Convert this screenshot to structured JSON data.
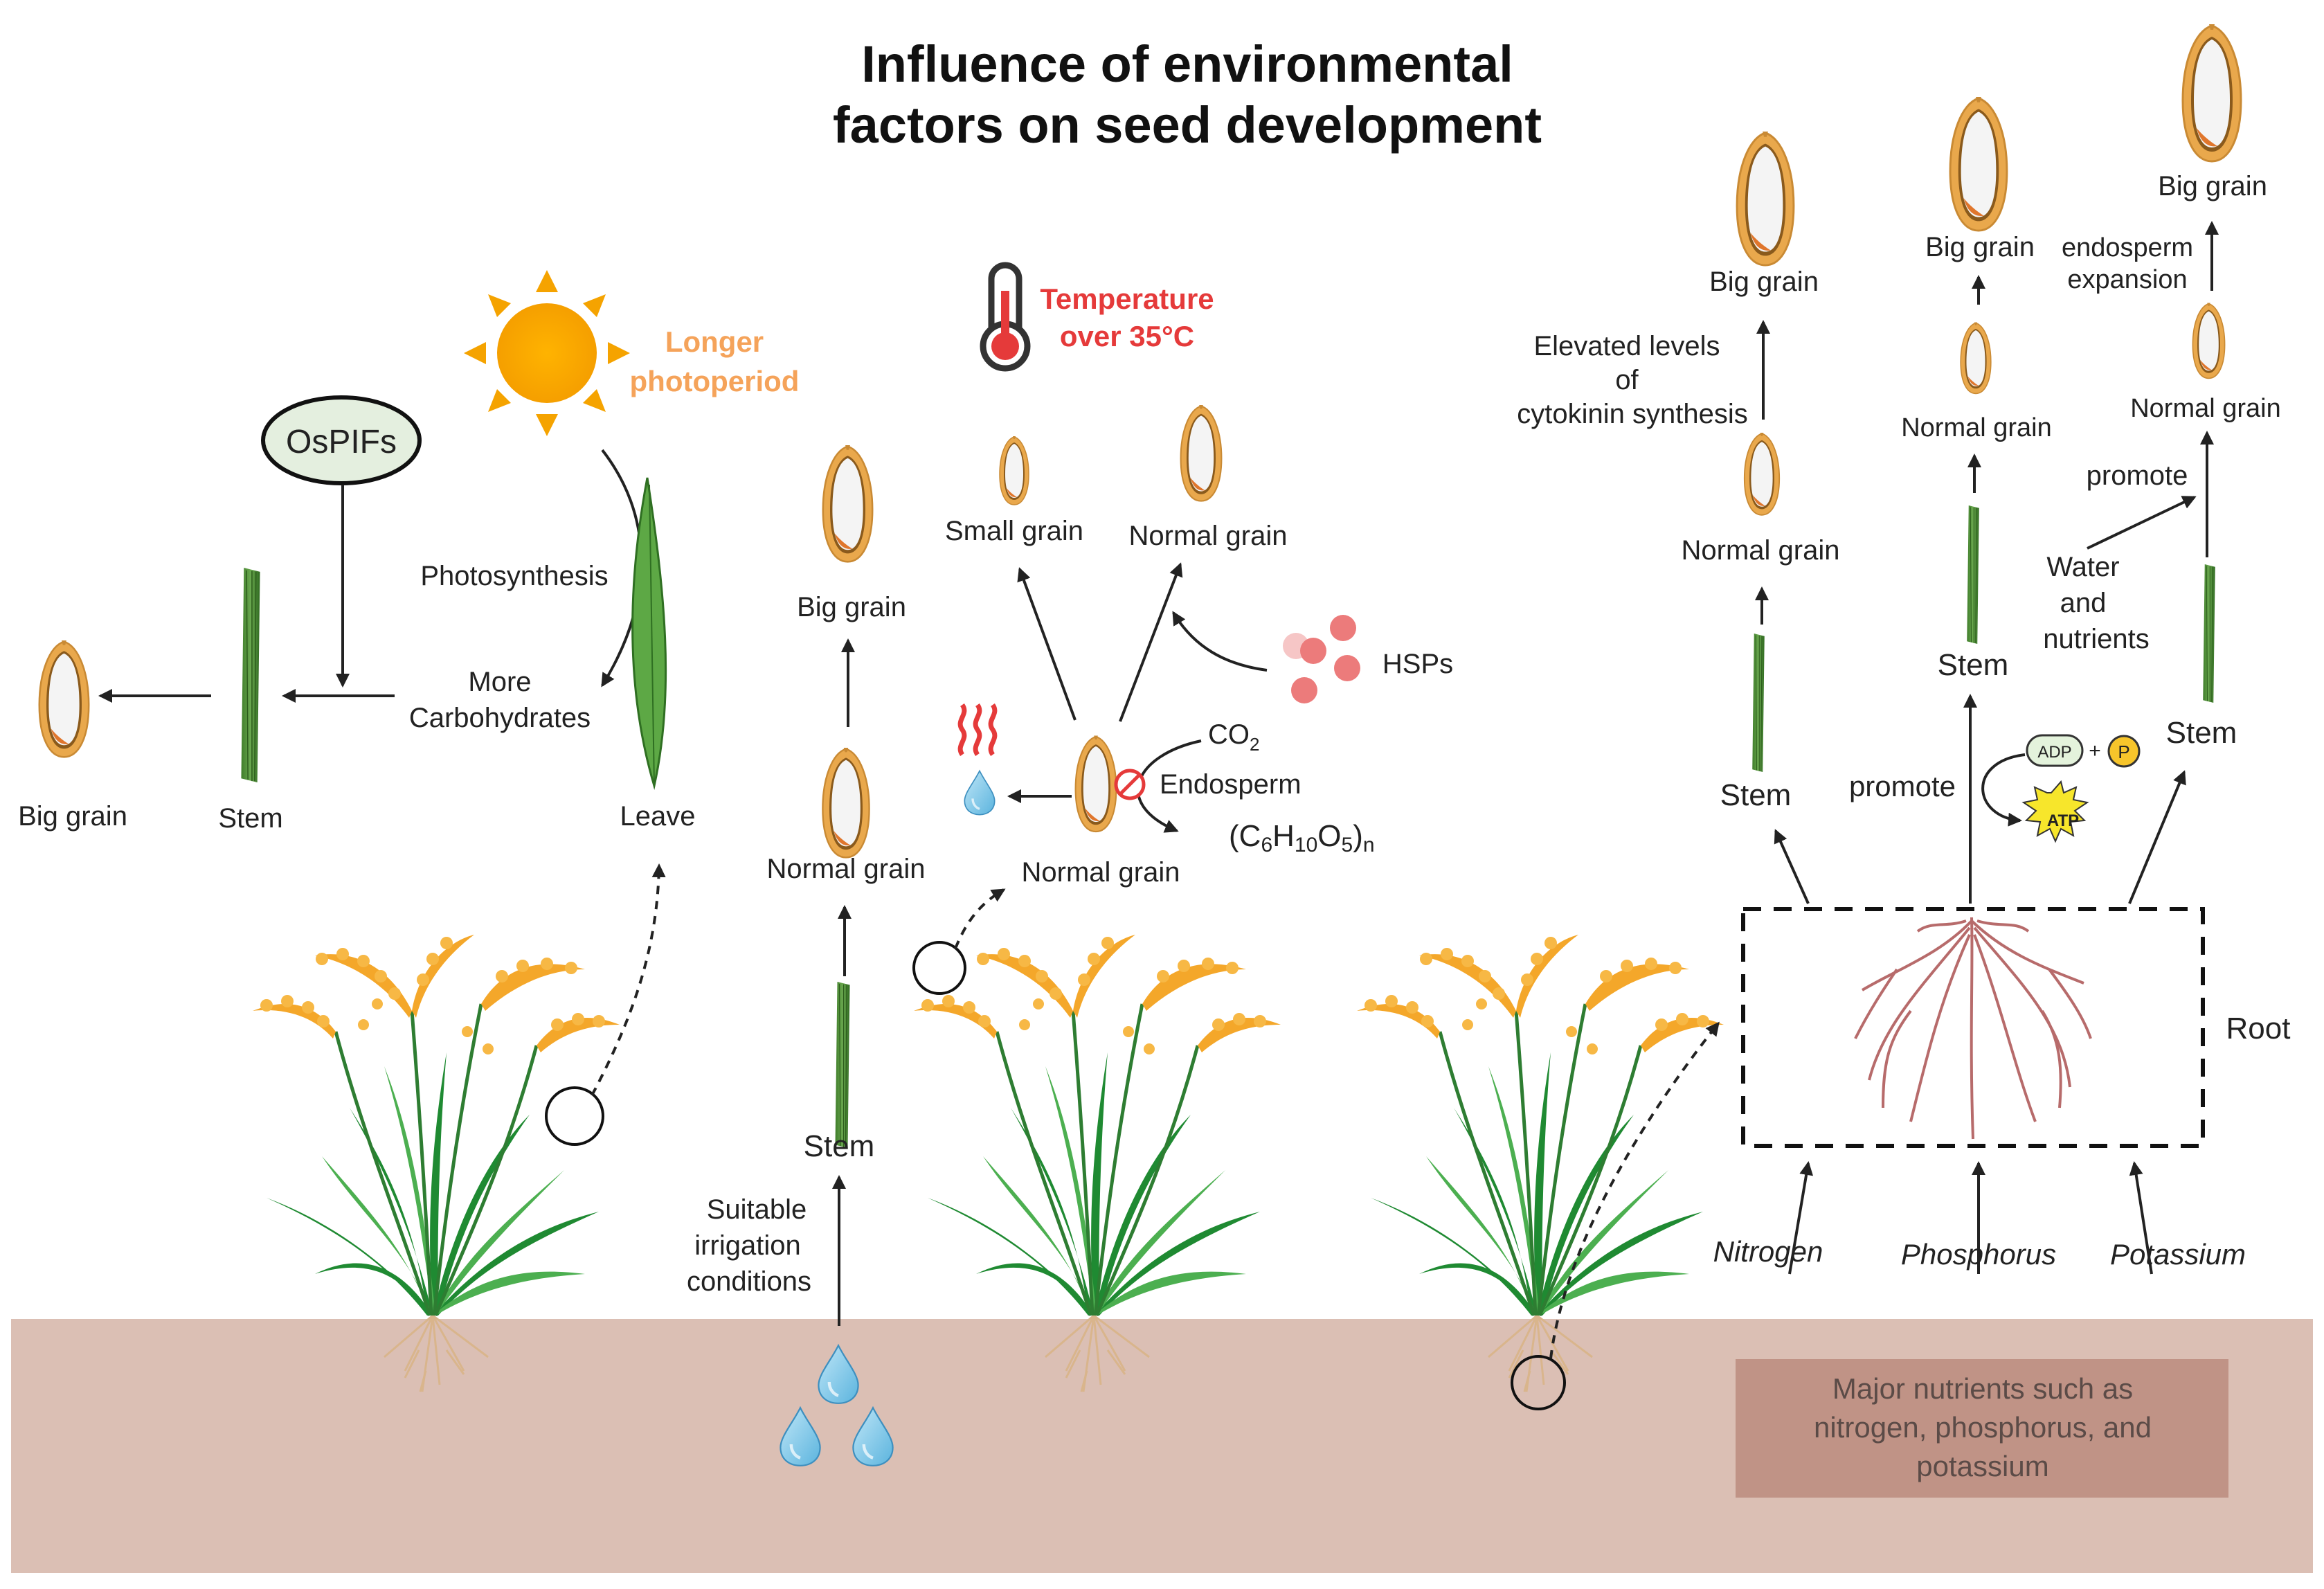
{
  "title": {
    "line1": "Influence of environmental",
    "line2": "factors on seed development"
  },
  "photoperiod": {
    "label_line1": "Longer",
    "label_line2": "photoperiod",
    "ospifs": "OsPIFs",
    "photosynthesis": "Photosynthesis",
    "carb_line1": "More",
    "carb_line2": "Carbohydrates",
    "leave": "Leave",
    "stem": "Stem",
    "big_grain": "Big grain"
  },
  "irrigation": {
    "big_grain": "Big grain",
    "normal_grain": "Normal grain",
    "stem": "Stem",
    "cond_line1": "Suitable",
    "cond_line2": "irrigation",
    "cond_line3": "conditions"
  },
  "temperature": {
    "label_line1": "Temperature",
    "label_line2": "over 35°C",
    "small_grain": "Small grain",
    "normal_grain_top": "Normal grain",
    "hsps": "HSPs",
    "normal_grain_center": "Normal grain",
    "co2_main": "CO",
    "co2_sub": "2",
    "endosperm": "Endosperm",
    "f_open": "(C",
    "f_6": "6",
    "f_h": "H",
    "f_10": "10",
    "f_o": "O",
    "f_5": "5",
    "f_close": ")",
    "f_n": "n"
  },
  "nutrients": {
    "root": "Root",
    "nitrogen": "Nitrogen",
    "phosphorus": "Phosphorus",
    "potassium": "Potassium",
    "stem_n": "Stem",
    "normal_grain_n": "Normal grain",
    "cyto_line1": "Elevated levels",
    "cyto_line2": "of",
    "cyto_line3": "cytokinin synthesis",
    "big_grain_n": "Big grain",
    "stem_p": "Stem",
    "promote_p": "promote",
    "adp": "ADP",
    "plus": "+",
    "p": "P",
    "atp": "ATP",
    "normal_grain_p": "Normal grain",
    "big_grain_p": "Big grain",
    "stem_k": "Stem",
    "water_line1": "Water",
    "water_line2": "and",
    "water_line3": "nutrients",
    "promote_k": "promote",
    "normal_grain_k": "Normal grain",
    "endo_line1": "endosperm",
    "endo_line2": "expansion",
    "big_grain_k": "Big grain",
    "major_line1": "Major nutrients such as",
    "major_line2": "nitrogen, phosphorus, and",
    "major_line3": "potassium"
  }
}
